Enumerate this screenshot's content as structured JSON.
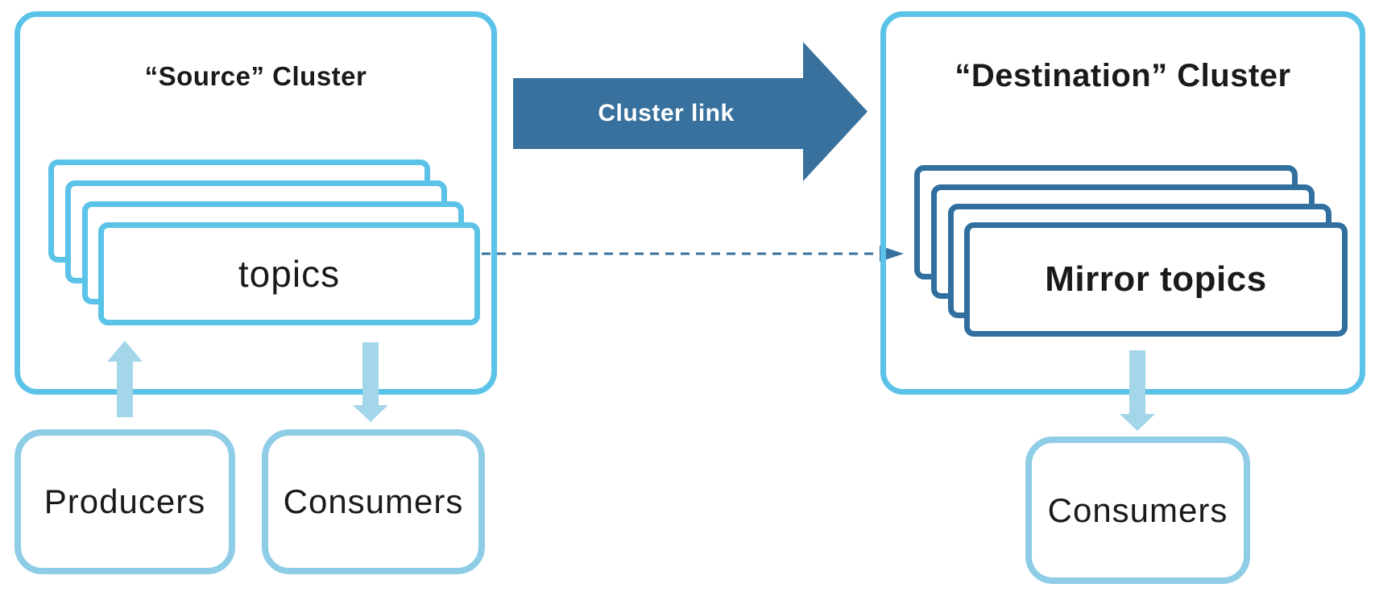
{
  "diagram": {
    "source_cluster": {
      "title": "“Source” Cluster",
      "topics_label": "topics",
      "stacked_cards": 4
    },
    "destination_cluster": {
      "title": "“Destination” Cluster",
      "mirror_topics_label": "Mirror topics",
      "stacked_cards": 4
    },
    "cluster_link": {
      "label": "Cluster link"
    },
    "producers": {
      "label": "Producers"
    },
    "source_consumers": {
      "label": "Consumers"
    },
    "destination_consumers": {
      "label": "Consumers"
    },
    "arrows": {
      "producers_to_topics": "up",
      "topics_to_source_consumers": "down",
      "source_to_destination_link": "right",
      "topics_to_mirror_topics": "dashed-right",
      "mirror_topics_to_consumers": "down"
    }
  },
  "colors": {
    "light_blue_border": "#5BC3E8",
    "pale_blue_border": "#8FCDE6",
    "arrow_fill": "#A3D6E9",
    "dark_blue": "#38719D",
    "mirror_border": "#31709E",
    "text_black": "#1A1A1A",
    "link_text": "#FFFFFF",
    "canvas_bg": "#FFFFFF"
  }
}
